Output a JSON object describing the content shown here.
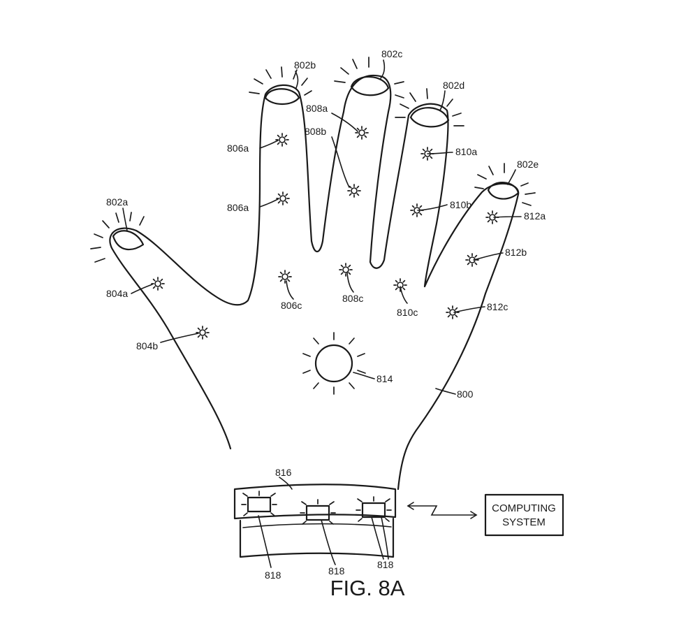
{
  "figure": {
    "title": "FIG. 8A",
    "computing_box": {
      "line1": "COMPUTING",
      "line2": "SYSTEM"
    },
    "labels": {
      "l800": "800",
      "l802a": "802a",
      "l802b": "802b",
      "l802c": "802c",
      "l802d": "802d",
      "l802e": "802e",
      "l804a": "804a",
      "l804b": "804b",
      "l806a_1": "806a",
      "l806a_2": "806a",
      "l806c": "806c",
      "l808a": "808a",
      "l808b": "808b",
      "l808c": "808c",
      "l810a": "810a",
      "l810b": "810b",
      "l810c": "810c",
      "l812a": "812a",
      "l812b": "812b",
      "l812c": "812c",
      "l814": "814",
      "l816": "816",
      "l818_1": "818",
      "l818_2": "818",
      "l818_3": "818"
    }
  }
}
